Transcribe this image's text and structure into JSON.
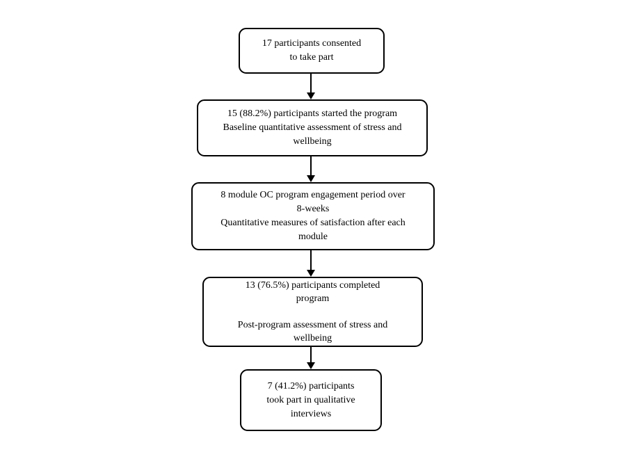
{
  "diagram": {
    "type": "flowchart",
    "direction": "top-down",
    "colors": {
      "border": "#000000",
      "text": "#000000",
      "background": "#ffffff",
      "arrow": "#000000"
    },
    "nodes": [
      {
        "id": "consented",
        "lines": [
          "17 participants consented",
          "to take part"
        ]
      },
      {
        "id": "started-program",
        "lines": [
          "15 (88.2%) participants started the program",
          "Baseline quantitative assessment of stress and",
          "wellbeing"
        ]
      },
      {
        "id": "engagement-period",
        "lines": [
          "8 module OC program engagement period over",
          "8-weeks",
          "Quantitative measures of satisfaction after each",
          "module"
        ]
      },
      {
        "id": "completed-program",
        "lines": [
          "13 (76.5%) participants completed",
          "program",
          "",
          "Post-program assessment of stress and",
          "wellbeing"
        ]
      },
      {
        "id": "qualitative-interviews",
        "lines": [
          "7 (41.2%) participants",
          "took part in qualitative",
          "interviews"
        ]
      }
    ],
    "connectors": [
      {
        "from": "consented",
        "to": "started-program",
        "style": "arrow-down"
      },
      {
        "from": "started-program",
        "to": "engagement-period",
        "style": "arrow-down"
      },
      {
        "from": "engagement-period",
        "to": "completed-program",
        "style": "arrow-down"
      },
      {
        "from": "completed-program",
        "to": "qualitative-interviews",
        "style": "arrow-down"
      }
    ]
  }
}
